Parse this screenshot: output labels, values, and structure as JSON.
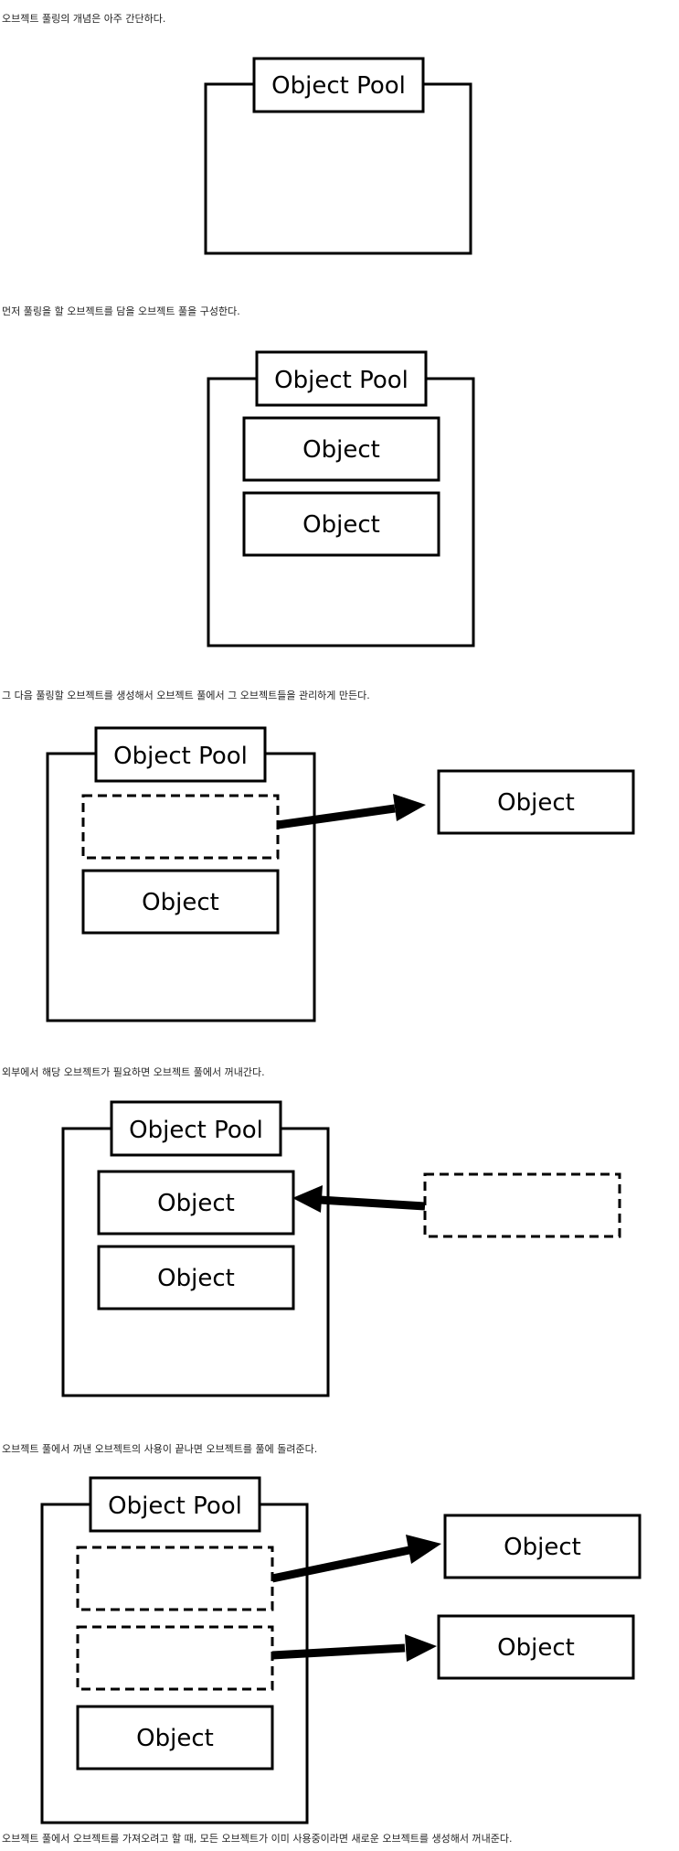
{
  "captions": [
    "오브젝트 풀링의 개념은 아주 간단하다.",
    "먼저 풀링을 할 오브젝트를 담을 오브젝트 풀을 구성한다.",
    "그 다음 풀링할 오브젝트를 생성해서 오브젝트 풀에서 그 오브젝트들을 관리하게 만든다.",
    "외부에서 해당 오브젝트가 필요하면 오브젝트 풀에서 꺼내간다.",
    "오브젝트 풀에서 꺼낸 오브젝트의 사용이 끝나면 오브젝트를 풀에 돌려준다.",
    "오브젝트 풀에서 오브젝트를 가져오려고 할 때, 모든 오브젝트가 이미 사용중이라면 새로운 오브젝트를 생성해서 꺼내준다."
  ],
  "labels": {
    "pool": "Object Pool",
    "object": "Object"
  }
}
